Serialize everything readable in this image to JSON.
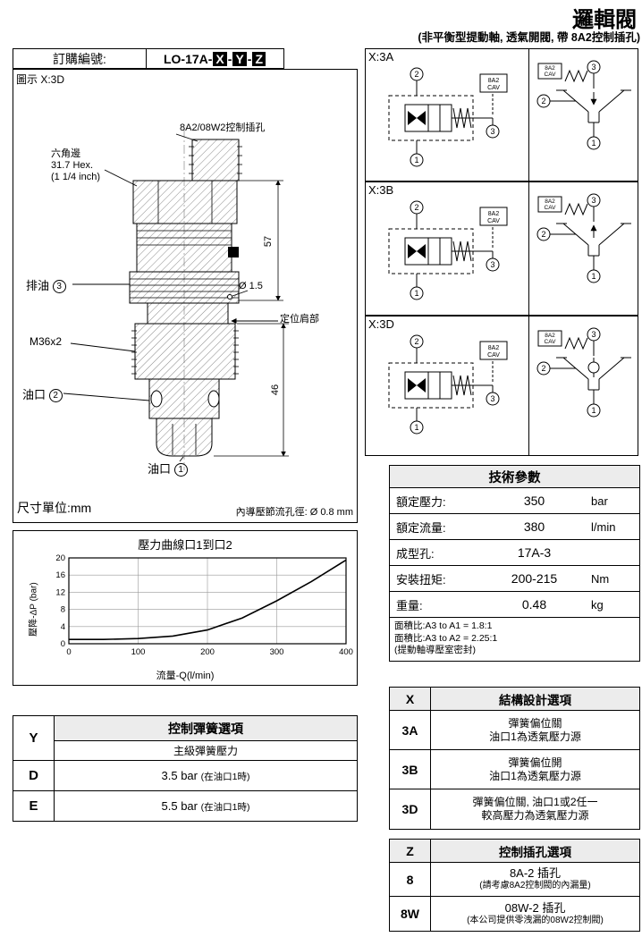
{
  "title": "邏輯閥",
  "subtitle": "(非平衡型提動軸, 透氣開閥, 帶 8A2控制插孔)",
  "order": {
    "label": "訂購編號:",
    "prefix": "LO-17A-",
    "x": "X",
    "y": "Y",
    "z": "Z",
    "sep": "-"
  },
  "diagram_note": "圖示 X:3D",
  "drawing": {
    "control_port": "8A2/08W2控制插孔",
    "hex1": "六角邊",
    "hex2": "31.7  Hex.",
    "hex3": "(1 1/4 inch)",
    "drain_label": "排油",
    "drain_num": "3",
    "thread_label": "M36x2",
    "port2_label": "油口",
    "port2_num": "2",
    "port1_label": "油口",
    "port1_num": "1",
    "dim_57": "57",
    "dia_15": "Ø 1.5",
    "shoulder_label": "定位肩部",
    "dim_46": "46",
    "unit_label": "尺寸單位:mm",
    "orifice_note": "內導壓節流孔徑: Ø 0.8 mm"
  },
  "schematics": [
    {
      "label": "X:3A",
      "p1": "1",
      "p2": "2",
      "p3": "3",
      "tag1": "8A2",
      "tag2": "CAV"
    },
    {
      "label": "X:3B",
      "p1": "1",
      "p2": "2",
      "p3": "3",
      "tag1": "8A2",
      "tag2": "CAV"
    },
    {
      "label": "X:3D",
      "p1": "1",
      "p2": "2",
      "p3": "3",
      "tag1": "8A2",
      "tag2": "CAV"
    }
  ],
  "tech": {
    "title": "技術參數",
    "rows": [
      {
        "label": "額定壓力:",
        "value": "350",
        "unit": "bar"
      },
      {
        "label": "額定流量:",
        "value": "380",
        "unit": "l/min"
      },
      {
        "label": "成型孔:",
        "value": "17A-3",
        "unit": ""
      },
      {
        "label": "安裝扭矩:",
        "value": "200-215",
        "unit": "Nm"
      },
      {
        "label": "重量:",
        "value": "0.48",
        "unit": "kg"
      }
    ],
    "notes": [
      "面積比:A3 to A1 = 1.8:1",
      "面積比:A3 to A2 = 2.25:1",
      "(提動軸導壓室密封)"
    ]
  },
  "chart_data": {
    "type": "line",
    "title": "壓力曲線口1到口2",
    "xlabel": "流量-Q(l/min)",
    "ylabel": "壓降-ΔP (bar)",
    "xlim": [
      0,
      400
    ],
    "ylim": [
      0,
      20
    ],
    "xticks": [
      0,
      100,
      200,
      300,
      400
    ],
    "yticks": [
      0,
      4,
      8,
      12,
      16,
      20
    ],
    "grid": true,
    "legend": false,
    "x": [
      0,
      50,
      100,
      150,
      200,
      250,
      300,
      350,
      400
    ],
    "y": [
      1,
      1,
      1.2,
      1.8,
      3.2,
      6,
      10,
      14.5,
      19.5
    ]
  },
  "spring_table": {
    "key": "Y",
    "title": "控制彈簧選項",
    "subtitle": "主級彈簧壓力",
    "rows": [
      {
        "key": "D",
        "value": "3.5 bar",
        "note": "(在油口1時)"
      },
      {
        "key": "E",
        "value": "5.5 bar",
        "note": "(在油口1時)"
      }
    ]
  },
  "design_table": {
    "key": "X",
    "title": "結構設計選項",
    "rows": [
      {
        "key": "3A",
        "line1": "彈簧偏位關",
        "line2": "油口1為透氣壓力源"
      },
      {
        "key": "3B",
        "line1": "彈簧偏位開",
        "line2": "油口1為透氣壓力源"
      },
      {
        "key": "3D",
        "line1": "彈簧偏位關, 油口1或2任一",
        "line2": "較高壓力為透氣壓力源"
      }
    ]
  },
  "port_table": {
    "key": "Z",
    "title": "控制插孔選項",
    "rows": [
      {
        "key": "8",
        "value": "8A-2 插孔",
        "note": "(請考慮8A2控制閥的內漏量)"
      },
      {
        "key": "8W",
        "value": "08W-2 插孔",
        "note": "(本公司提供零洩漏的08W2控制閥)"
      }
    ]
  }
}
